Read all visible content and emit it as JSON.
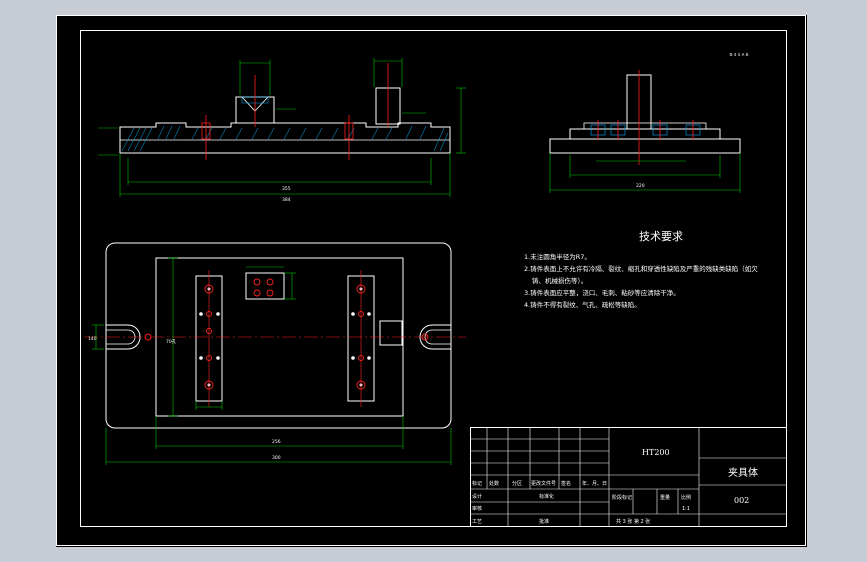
{
  "app": {
    "background_color": "#c7ccd4",
    "viewport_color": "#000000",
    "line_colors": {
      "outline": "#ffffff",
      "dimension": "#00c800",
      "center": "#ff2020",
      "hatch": "#00b0ff",
      "frame": "#ffffff"
    }
  },
  "drawing": {
    "corner_label": "Ｂ４０ＡＢ",
    "technical_requirements": {
      "title": "技术要求",
      "items": [
        "1.未注圆角半径为R7。",
        "2.铸件表面上不允许有冷隔、裂纹、缩孔和穿透性缺陷及严重的残缺类缺陷（如欠",
        "铸、机械损伤等）。",
        "3.铸件表面应平整，浇口、毛刺、粘砂等应清除干净。",
        "4.铸件不得有裂纹、气孔、疏松等缺陷。"
      ]
    },
    "dimensions": {
      "top_total": "384",
      "top_mid": "355",
      "side_width": "220",
      "plan_width_inner": "256",
      "plan_width_total": "300",
      "plan_left_label": "70孔",
      "slot_label": "140"
    },
    "title_block": {
      "material": "HT200",
      "part_name": "夹具体",
      "part_number": "002",
      "scale": "1:1",
      "sheet_info": "共 3 张    第 2 张",
      "headers": [
        "标记",
        "处数",
        "分区",
        "更改文件号",
        "签名",
        "年、月、日"
      ],
      "row_labels": {
        "design": "设计",
        "standardization": "标准化",
        "review": "审核",
        "process": "工艺",
        "approve": "批准"
      },
      "stage_labels": [
        "阶段标记",
        "重量",
        "比例"
      ]
    }
  }
}
